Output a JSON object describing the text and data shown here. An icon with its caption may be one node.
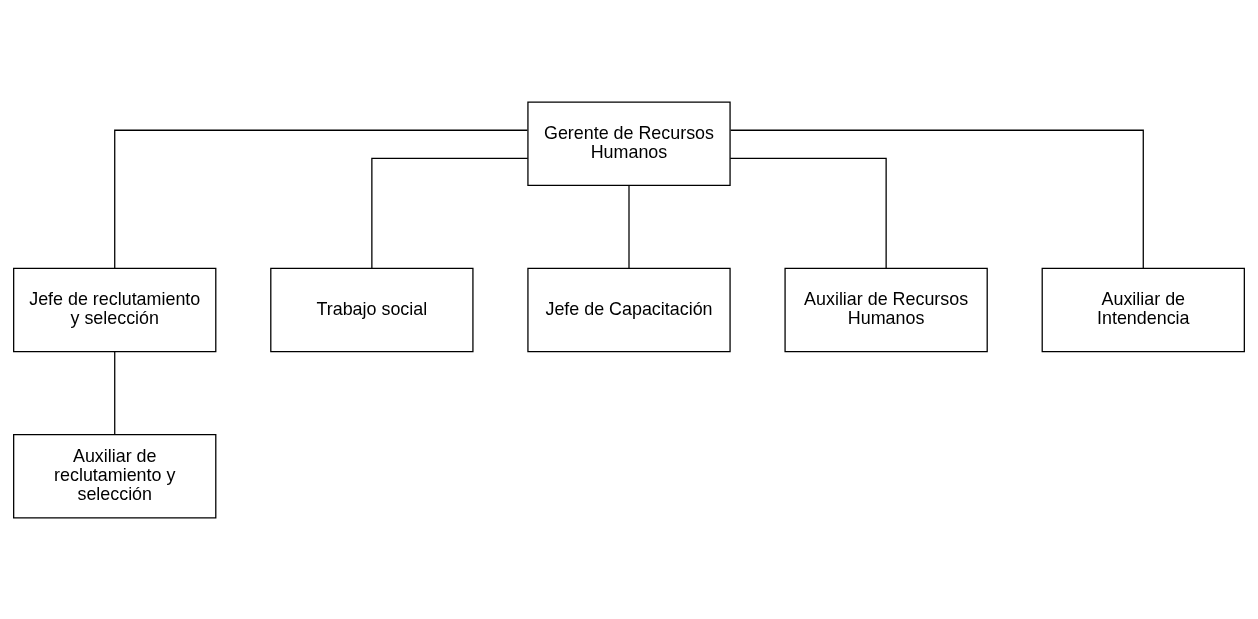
{
  "diagram": {
    "nodes": [
      {
        "text": [
          "Gerente de Recursos Humanos"
        ]
      },
      {
        "text": [
          "Jefe de reclutamiento y selección"
        ]
      },
      {
        "text": [
          "Trabajo social"
        ]
      },
      {
        "text": [
          "Jefe de Capacitación"
        ]
      },
      {
        "text": [
          "Auxiliar de reclutamiento y selección"
        ]
      },
      {
        "text": [
          "Auxiliar de Recursos Humanos"
        ]
      },
      {
        "text": [
          "Auxiliar de Intendencia"
        ]
      }
    ],
    "edges": [
      {
        "from": 0,
        "to": 1,
        "arrow": "none"
      },
      {
        "from": 0,
        "to": 2,
        "arrow": "none"
      },
      {
        "from": 0,
        "to": 5,
        "arrow": "none"
      },
      {
        "from": 0,
        "to": 6,
        "arrow": "none"
      },
      {
        "from": 0,
        "to": 3,
        "arrow": "none"
      },
      {
        "from": 1,
        "to": 4,
        "arrow": "none"
      }
    ]
  }
}
